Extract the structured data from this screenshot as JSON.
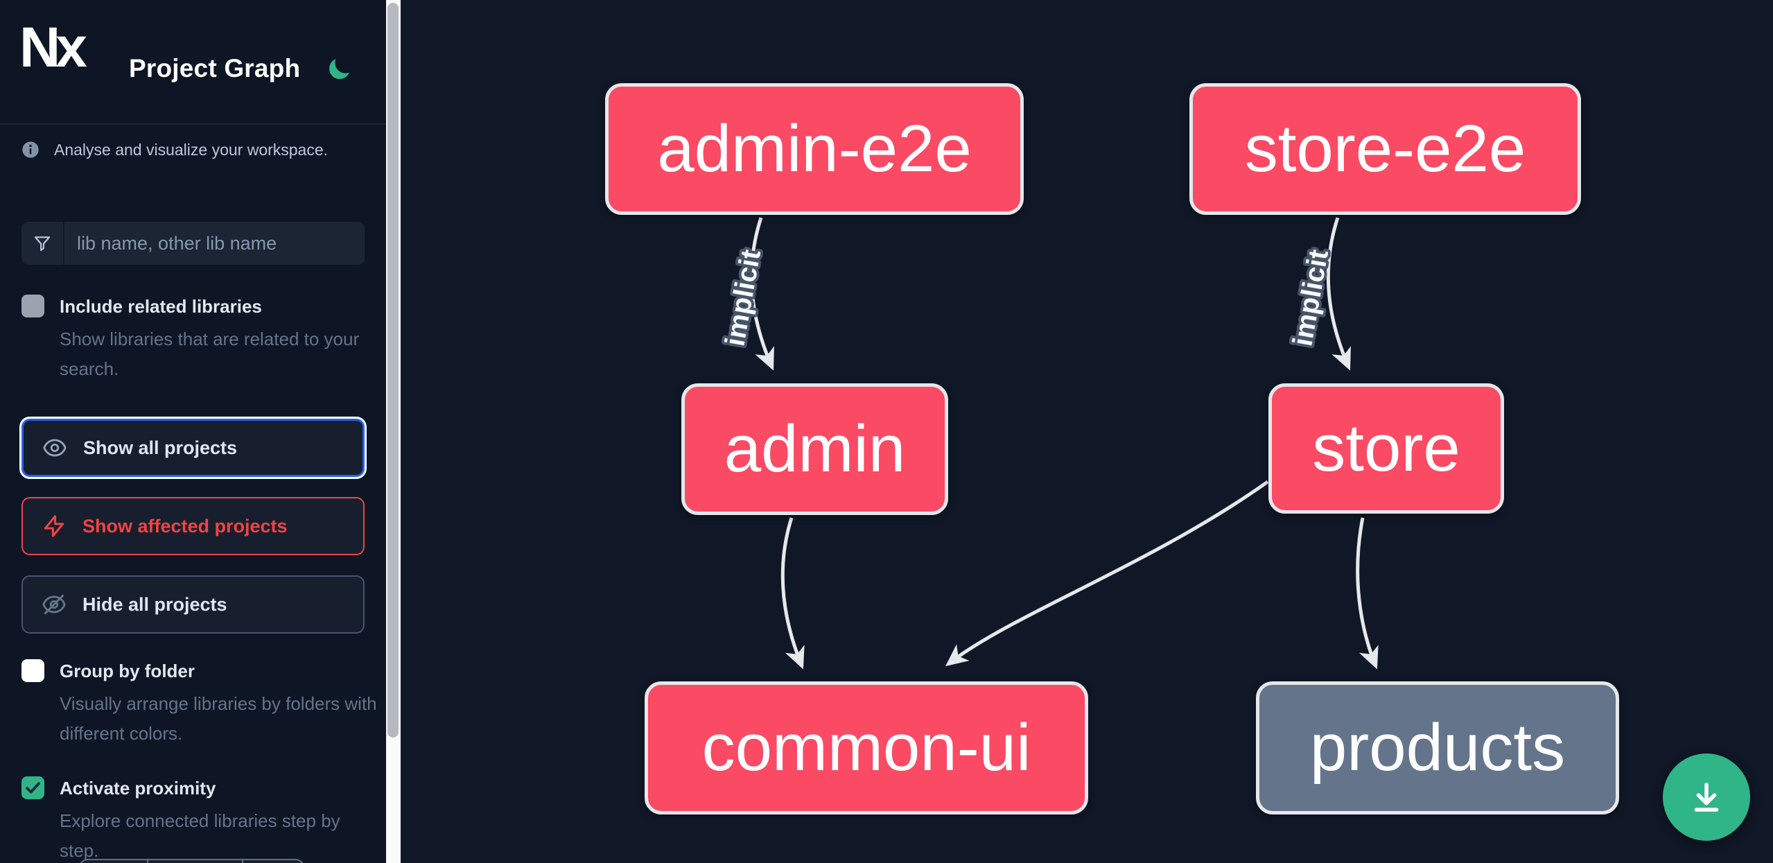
{
  "app": {
    "title": "Project Graph",
    "logo_text": "Nx"
  },
  "sidebar": {
    "tagline": "Analyse and visualize your workspace.",
    "search": {
      "placeholder": "lib name, other lib name"
    },
    "include_related": {
      "label": "Include related libraries",
      "description": "Show libraries that are related to your search.",
      "checked": false
    },
    "actions": {
      "show_all": "Show all projects",
      "show_affected": "Show affected projects",
      "hide_all": "Hide all projects"
    },
    "group_by_folder": {
      "label": "Group by folder",
      "description": "Visually arrange libraries by folders with different colors.",
      "checked": false
    },
    "activate_proximity": {
      "label": "Activate proximity",
      "description": "Explore connected libraries step by step.",
      "checked": true
    }
  },
  "graph": {
    "nodes": [
      {
        "id": "admin-e2e",
        "label": "admin-e2e",
        "kind": "affected"
      },
      {
        "id": "store-e2e",
        "label": "store-e2e",
        "kind": "affected"
      },
      {
        "id": "admin",
        "label": "admin",
        "kind": "affected"
      },
      {
        "id": "store",
        "label": "store",
        "kind": "affected"
      },
      {
        "id": "common-ui",
        "label": "common-ui",
        "kind": "affected"
      },
      {
        "id": "products",
        "label": "products",
        "kind": "default"
      }
    ],
    "edges": [
      {
        "source": "admin-e2e",
        "target": "admin",
        "label": "implicit"
      },
      {
        "source": "store-e2e",
        "target": "store",
        "label": "implicit"
      },
      {
        "source": "admin",
        "target": "common-ui",
        "label": ""
      },
      {
        "source": "store",
        "target": "common-ui",
        "label": ""
      },
      {
        "source": "store",
        "target": "products",
        "label": ""
      }
    ]
  },
  "colors": {
    "background": "#101726",
    "sidebar_background": "#0e1524",
    "affected_node": "#fb4a63",
    "default_node": "#64748b",
    "node_border": "#e5e7eb",
    "edge": "#e6e8ec",
    "accent_green": "#2fb588",
    "focus_blue": "#2563eb",
    "affected_red": "#ef4444"
  }
}
